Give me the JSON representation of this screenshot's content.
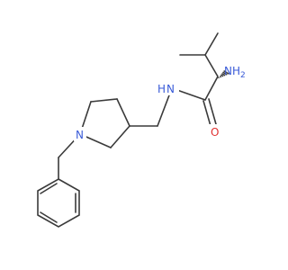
{
  "molecule": {
    "atom_labels": {
      "amine_nh2": "NH",
      "amine_nh2_subscript": "2",
      "amide_nh": "N",
      "amide_h": "H",
      "carbonyl_o": "O",
      "ring_n": "N"
    },
    "colors": {
      "bond": "#3a3a3a",
      "nitrogen": "#3a5bd8",
      "oxygen": "#e03030"
    }
  }
}
